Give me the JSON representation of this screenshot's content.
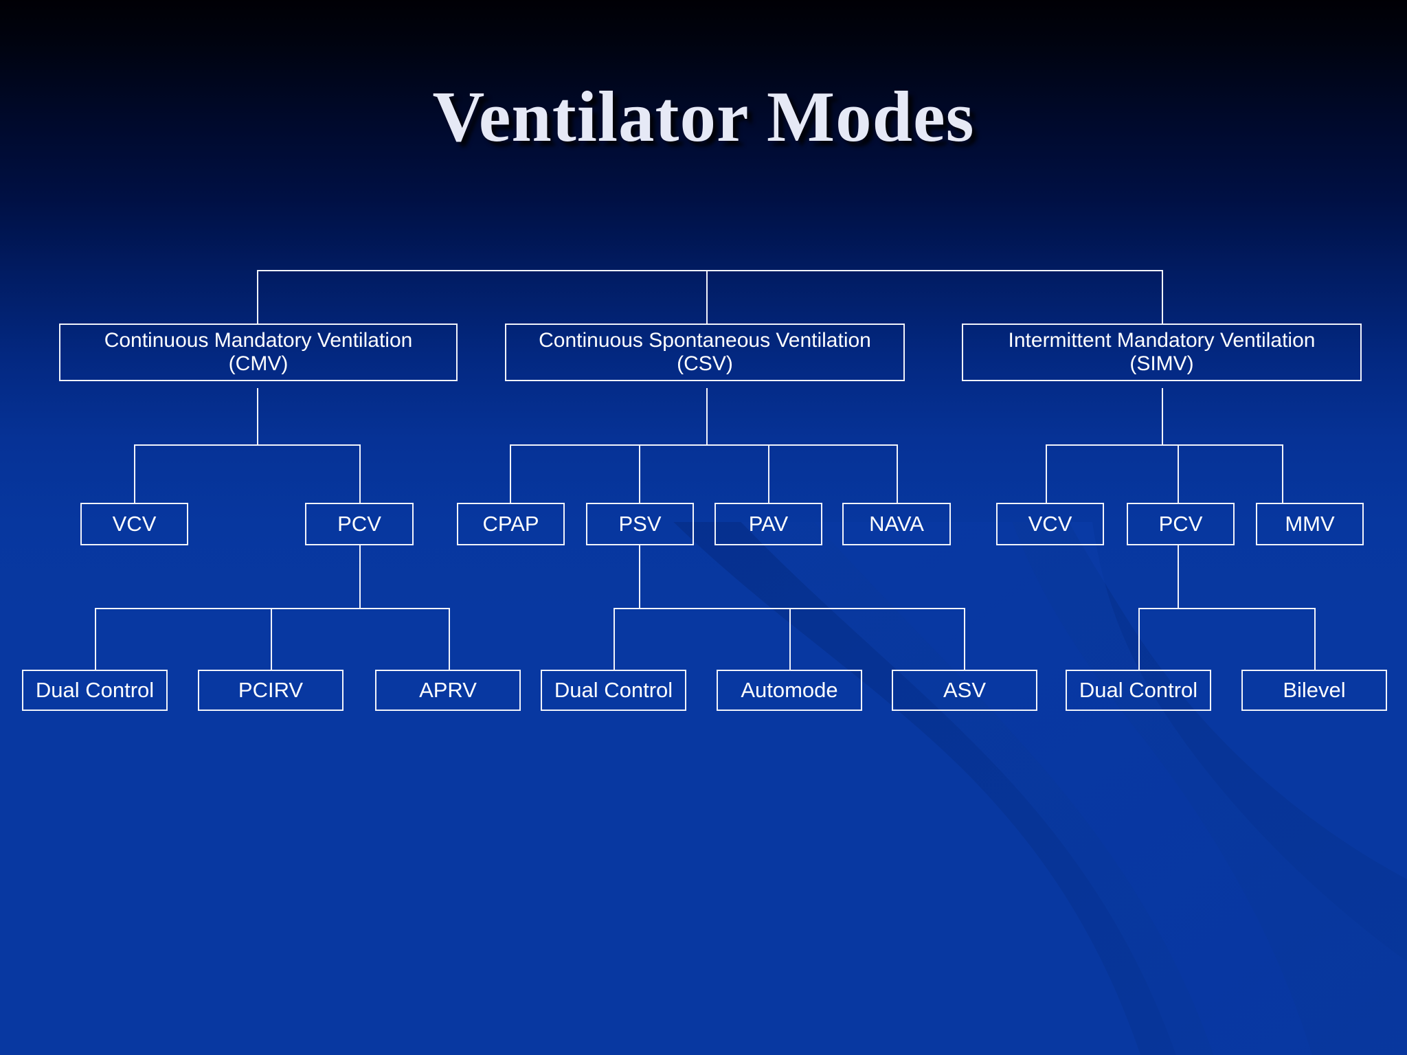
{
  "slide": {
    "title": "Ventilator Modes",
    "background_top_color": "#000005",
    "background_bottom_color": "#0838a1",
    "line_color": "#f2f4fb",
    "text_color": "#ffffff",
    "title_color": "#e6e9f6"
  },
  "diagram": {
    "type": "tree",
    "level1": [
      {
        "id": "cmv",
        "label": "Continuous Mandatory Ventilation\n(CMV)"
      },
      {
        "id": "csv",
        "label": "Continuous Spontaneous Ventilation\n(CSV)"
      },
      {
        "id": "simv",
        "label": "Intermittent Mandatory Ventilation\n(SIMV)"
      }
    ],
    "level2": [
      {
        "id": "cmv-vcv",
        "parent": "cmv",
        "label": "VCV"
      },
      {
        "id": "cmv-pcv",
        "parent": "cmv",
        "label": "PCV"
      },
      {
        "id": "csv-cpap",
        "parent": "csv",
        "label": "CPAP"
      },
      {
        "id": "csv-psv",
        "parent": "csv",
        "label": "PSV"
      },
      {
        "id": "csv-pav",
        "parent": "csv",
        "label": "PAV"
      },
      {
        "id": "csv-nava",
        "parent": "csv",
        "label": "NAVA"
      },
      {
        "id": "simv-vcv",
        "parent": "simv",
        "label": "VCV"
      },
      {
        "id": "simv-pcv",
        "parent": "simv",
        "label": "PCV"
      },
      {
        "id": "simv-mmv",
        "parent": "simv",
        "label": "MMV"
      }
    ],
    "level3": [
      {
        "id": "pcv-dual",
        "parent": "cmv-pcv",
        "label": "Dual Control"
      },
      {
        "id": "pcv-pcirv",
        "parent": "cmv-pcv",
        "label": "PCIRV"
      },
      {
        "id": "pcv-aprv",
        "parent": "cmv-pcv",
        "label": "APRV"
      },
      {
        "id": "psv-dual",
        "parent": "csv-psv",
        "label": "Dual Control"
      },
      {
        "id": "psv-automode",
        "parent": "csv-psv",
        "label": "Automode"
      },
      {
        "id": "psv-asv",
        "parent": "csv-psv",
        "label": "ASV"
      },
      {
        "id": "simvpcv-dual",
        "parent": "simv-pcv",
        "label": "Dual Control"
      },
      {
        "id": "simvpcv-bi",
        "parent": "simv-pcv",
        "label": "Bilevel"
      }
    ]
  }
}
